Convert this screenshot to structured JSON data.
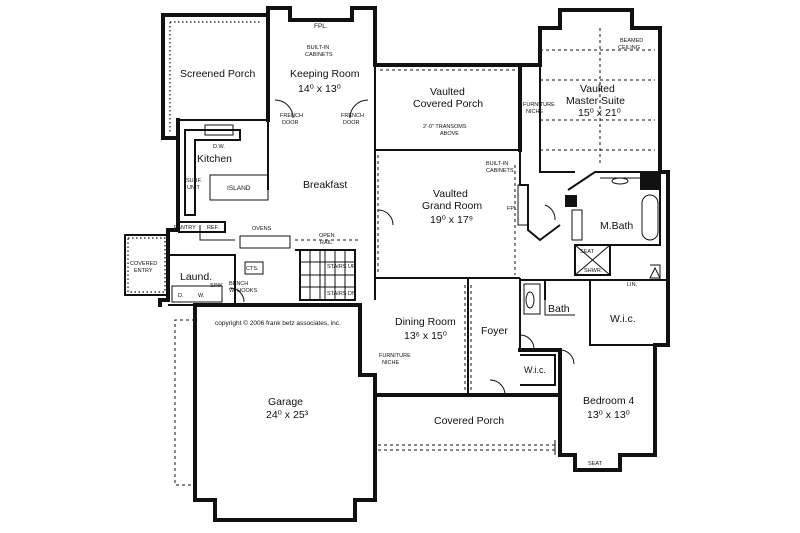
{
  "rooms": {
    "screened_porch": "Screened Porch",
    "keeping_room": "Keeping Room",
    "keeping_room_dim": "14⁰ x 13⁰",
    "vaulted_covered_porch_1": "Vaulted",
    "vaulted_covered_porch_2": "Covered Porch",
    "master_suite_1": "Vaulted",
    "master_suite_2": "Master Suite",
    "master_suite_dim": "15⁰ x 21⁰",
    "kitchen": "Kitchen",
    "breakfast": "Breakfast",
    "grand_room_1": "Vaulted",
    "grand_room_2": "Grand Room",
    "grand_room_dim": "19⁰ x 17⁹",
    "m_bath": "M.Bath",
    "laund": "Laund.",
    "dining_room": "Dining Room",
    "dining_room_dim": "13⁶ x 15⁰",
    "foyer": "Foyer",
    "bath": "Bath",
    "wic_master": "W.i.c.",
    "wic_small": "W.i.c.",
    "garage": "Garage",
    "garage_dim": "24⁰ x 25³",
    "covered_porch": "Covered Porch",
    "bedroom_4": "Bedroom 4",
    "bedroom_4_dim": "13⁰ x 13⁰"
  },
  "notes": {
    "fpl_top": "FPL.",
    "builtin_top_1": "BUILT-IN",
    "builtin_top_2": "CABINETS",
    "french_door_l_1": "FRENCH",
    "french_door_l_2": "DOOR",
    "french_door_r_1": "FRENCH",
    "french_door_r_2": "DOOR",
    "transoms_1": "2'-0\" TRANSOMS",
    "transoms_2": "ABOVE",
    "furniture_niche_top_1": "FURNITURE",
    "furniture_niche_top_2": "NICHE",
    "beamed_ceiling_1": "BEAMED",
    "beamed_ceiling_2": "CEILING",
    "dw": "D.W.",
    "surf_unit_1": "SURF.",
    "surf_unit_2": "UNIT",
    "island": "ISLAND",
    "builtin_grand_1": "BUILT-IN",
    "builtin_grand_2": "CABINETS",
    "fpl_grand": "FPL.",
    "pantry": "PANTRY",
    "ref": "REF.",
    "ovens": "OVENS",
    "open_rail_1": "OPEN",
    "open_rail_2": "RAIL",
    "stairs_up": "STAIRS UP",
    "stairs_dn": "STAIRS DN",
    "cts": "CTS.",
    "covered_entry_1": "COVERED",
    "covered_entry_2": "ENTRY",
    "sink": "SINK",
    "d": "D.",
    "w": "W.",
    "bench_1": "BENCH",
    "bench_2": "W/ HOOKS",
    "seat_mbath": "SEAT",
    "shwr": "SHWR.",
    "lin": "LIN.",
    "furniture_niche_dining_1": "FURNITURE",
    "furniture_niche_dining_2": "NICHE",
    "seat_bedroom": "SEAT",
    "copyright": "copyright © 2006 frank betz associates, inc."
  }
}
